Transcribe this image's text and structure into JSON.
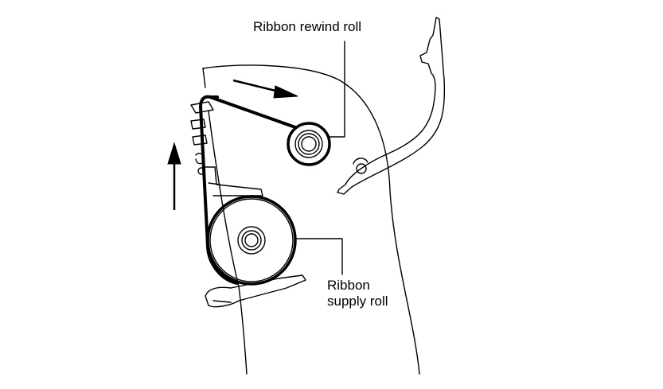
{
  "labels": {
    "rewind_roll": "Ribbon rewind roll",
    "supply_roll_line1": "Ribbon",
    "supply_roll_line2": "supply roll"
  },
  "colors": {
    "line": "#000000",
    "background": "#ffffff"
  }
}
